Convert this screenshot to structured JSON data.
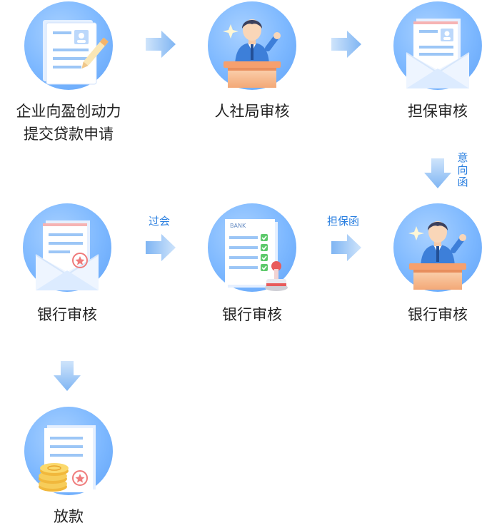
{
  "steps": [
    {
      "line1": "企业向盈创动力",
      "line2": "提交贷款申请"
    },
    {
      "line1": "人社局审核"
    },
    {
      "line1": "担保审核"
    },
    {
      "line1": "银行审核"
    },
    {
      "line1": "银行审核"
    },
    {
      "line1": "银行审核"
    },
    {
      "line1": "放款"
    }
  ],
  "arrow_tags": {
    "yixianghan": [
      "意",
      "向",
      "函"
    ],
    "danbaohan": "担保函",
    "guohui": "过会"
  },
  "bank_card_text": "BANK",
  "colors": {
    "circle": "#7db8ff",
    "arrow": "#7fb8f5",
    "tag": "#2a7fe0",
    "desk": "#f6b98a"
  }
}
